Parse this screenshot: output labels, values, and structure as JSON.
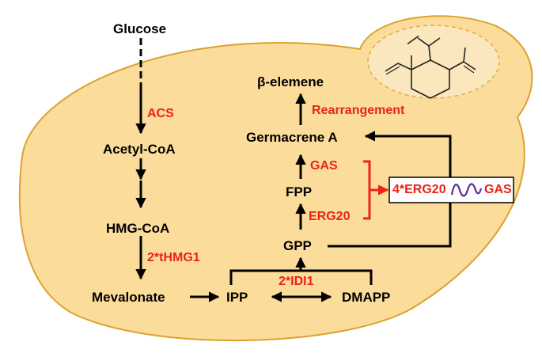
{
  "colors": {
    "cell_fill": "#fcdc9a",
    "cell_stroke": "#dba230",
    "enzyme_red": "#e8231a",
    "arrow_black": "#000000",
    "linker_purple": "#5b2d9c",
    "chloroplast_dash": "#e6a94a"
  },
  "nodes": {
    "glucose": "Glucose",
    "acetyl_coa": "Acetyl-CoA",
    "hmg_coa": "HMG-CoA",
    "mevalonate": "Mevalonate",
    "ipp": "IPP",
    "dmapp": "DMAPP",
    "gpp": "GPP",
    "fpp": "FPP",
    "germacrene_a": "Germacrene A",
    "beta_elemene": "β-elemene"
  },
  "enzymes": {
    "acs": "ACS",
    "thmg1": "2*tHMG1",
    "idi1": "2*IDI1",
    "erg20": "ERG20",
    "gas": "GAS",
    "rearrangement": "Rearrangement"
  },
  "fusion": {
    "left": "4*ERG20",
    "right": "GAS"
  },
  "icons": {
    "molecule": "beta-elemene-structure",
    "linker": "wavy-linker"
  }
}
